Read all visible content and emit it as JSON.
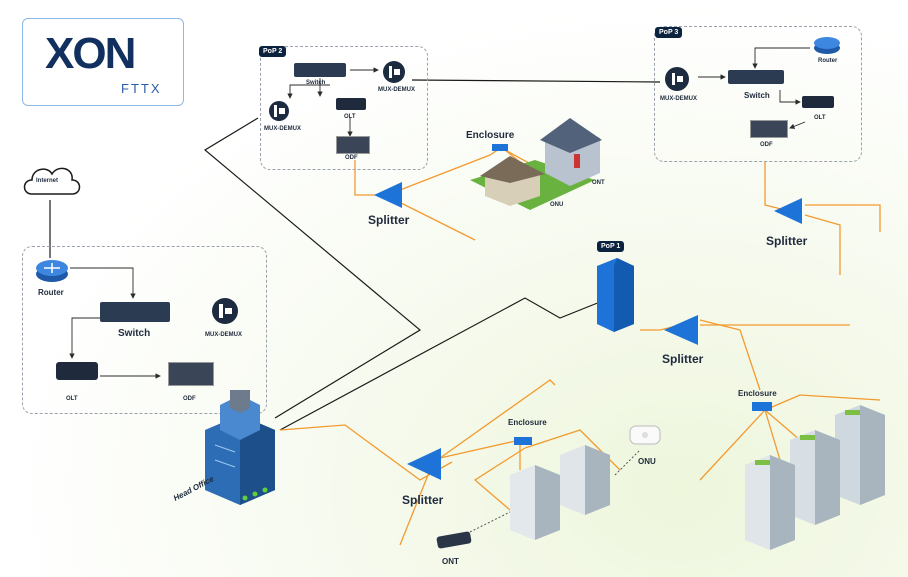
{
  "logo": {
    "brand": "XON",
    "sub": "FTTX"
  },
  "head_office": {
    "internet": "Internet",
    "router": "Router",
    "switch": "Switch",
    "mux": "MUX-DEMUX",
    "olt": "OLT",
    "odf": "ODF",
    "building": "Head Office"
  },
  "pop1": {
    "tag": "PoP 1",
    "splitter": "Splitter",
    "enclosure": "Enclosure"
  },
  "pop2": {
    "tag": "PoP 2",
    "switch": "Switch",
    "mux_right": "MUX-DEMUX",
    "mux_left": "MUX-DEMUX",
    "olt": "OLT",
    "odf": "ODF",
    "splitter": "Splitter"
  },
  "pop3": {
    "tag": "PoP 3",
    "router": "Router",
    "mux": "MUX-DEMUX",
    "switch": "Switch",
    "olt": "OLT",
    "odf": "ODF",
    "splitter": "Splitter"
  },
  "houses": {
    "enclosure": "Enclosure",
    "ont": "ONT",
    "onu": "ONU"
  },
  "bottom": {
    "splitter": "Splitter",
    "enclosure": "Enclosure",
    "onu": "ONU",
    "ont": "ONT"
  },
  "colors": {
    "fiber": "#f39a2e",
    "copper": "#1a1a1a",
    "navy": "#0c2340",
    "blue": "#1e73d8"
  }
}
